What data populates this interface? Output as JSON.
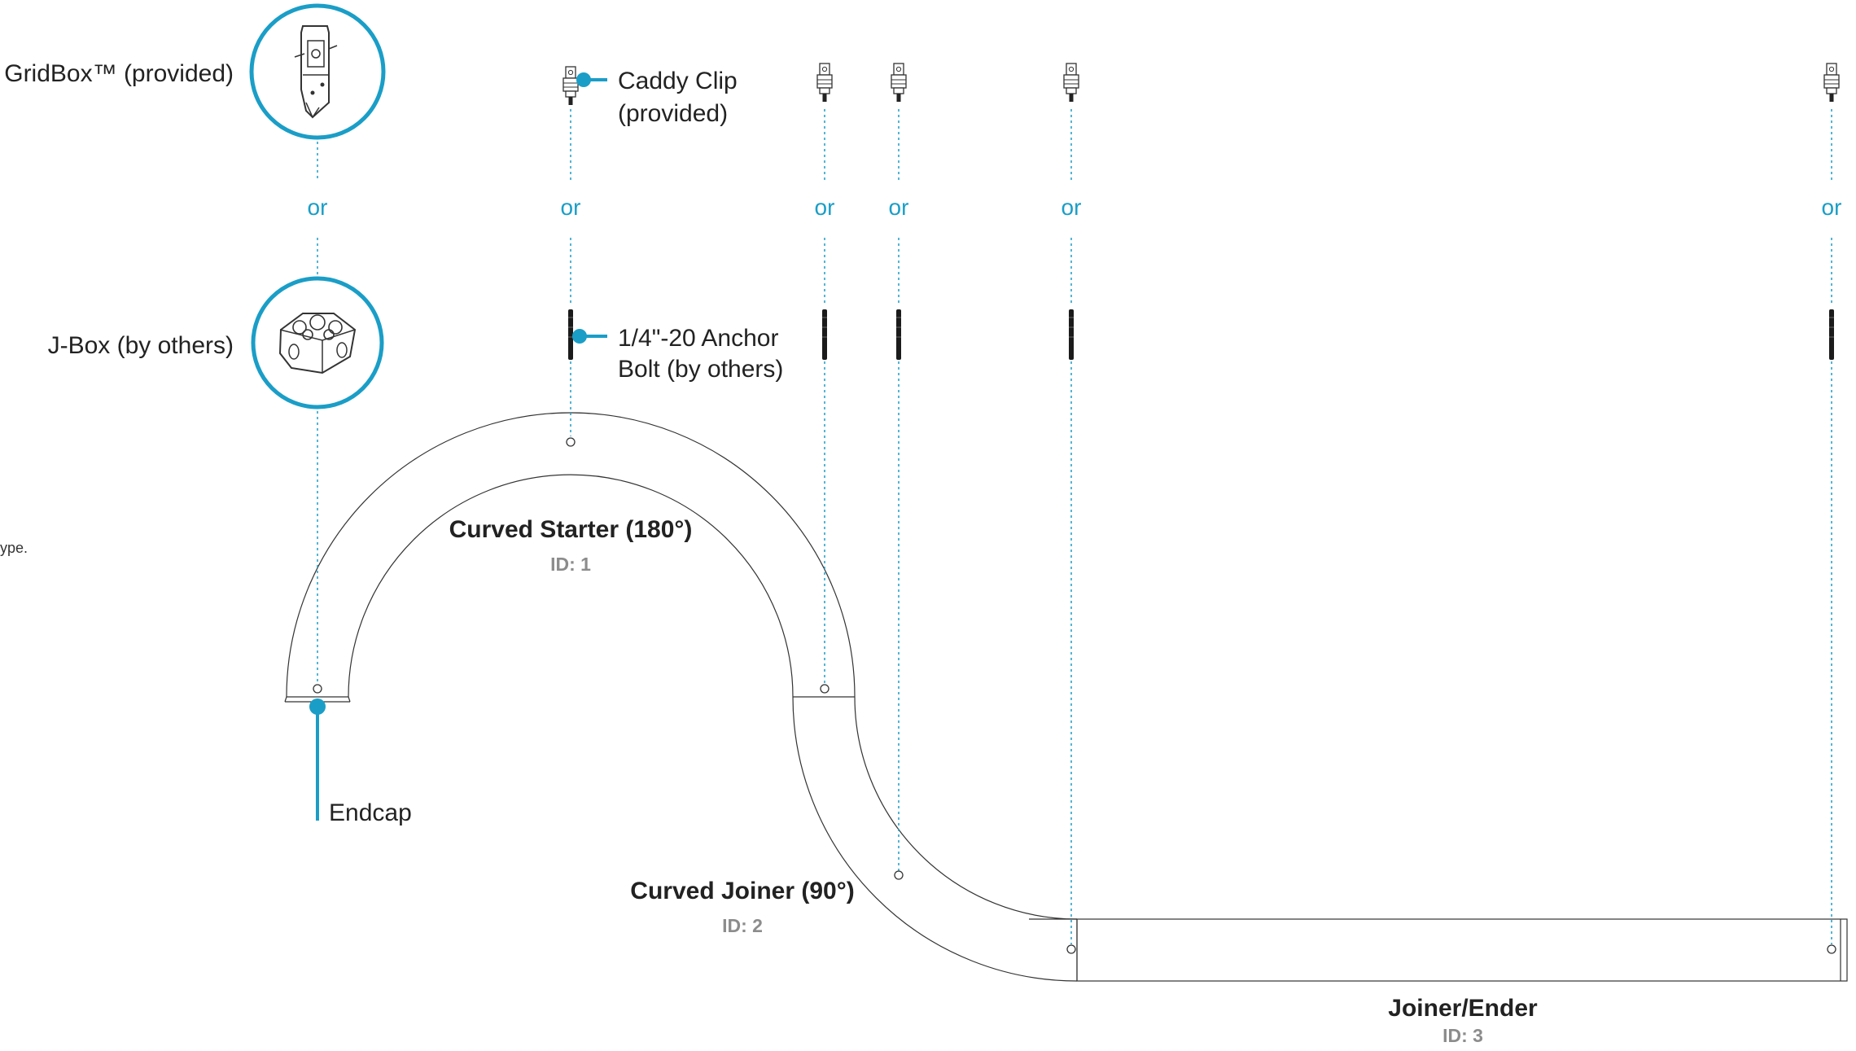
{
  "colors": {
    "accent": "#1a9ec7",
    "line": "#333333",
    "text": "#222222",
    "id_text": "#8c8c8c"
  },
  "side_note": "ype.",
  "mounting": {
    "gridbox_label": "GridBox™ (provided)",
    "jbox_label": "J-Box (by others)",
    "caddy_label_line1": "Caddy Clip",
    "caddy_label_line2": "(provided)",
    "anchor_label_line1": "1/4\"-20 Anchor",
    "anchor_label_line2": "Bolt (by others)",
    "or_text": "or"
  },
  "endcap_label": "Endcap",
  "sections": [
    {
      "name": "Curved Starter (180°)",
      "id": "ID: 1"
    },
    {
      "name": "Curved Joiner (90°)",
      "id": "ID: 2"
    },
    {
      "name": "Joiner/Ender",
      "id": "ID: 3"
    }
  ],
  "icons": {
    "gridbox": "gridbox-bracket-icon",
    "jbox": "junction-box-icon",
    "caddy": "caddy-clip-icon",
    "anchor": "anchor-bolt-icon"
  }
}
